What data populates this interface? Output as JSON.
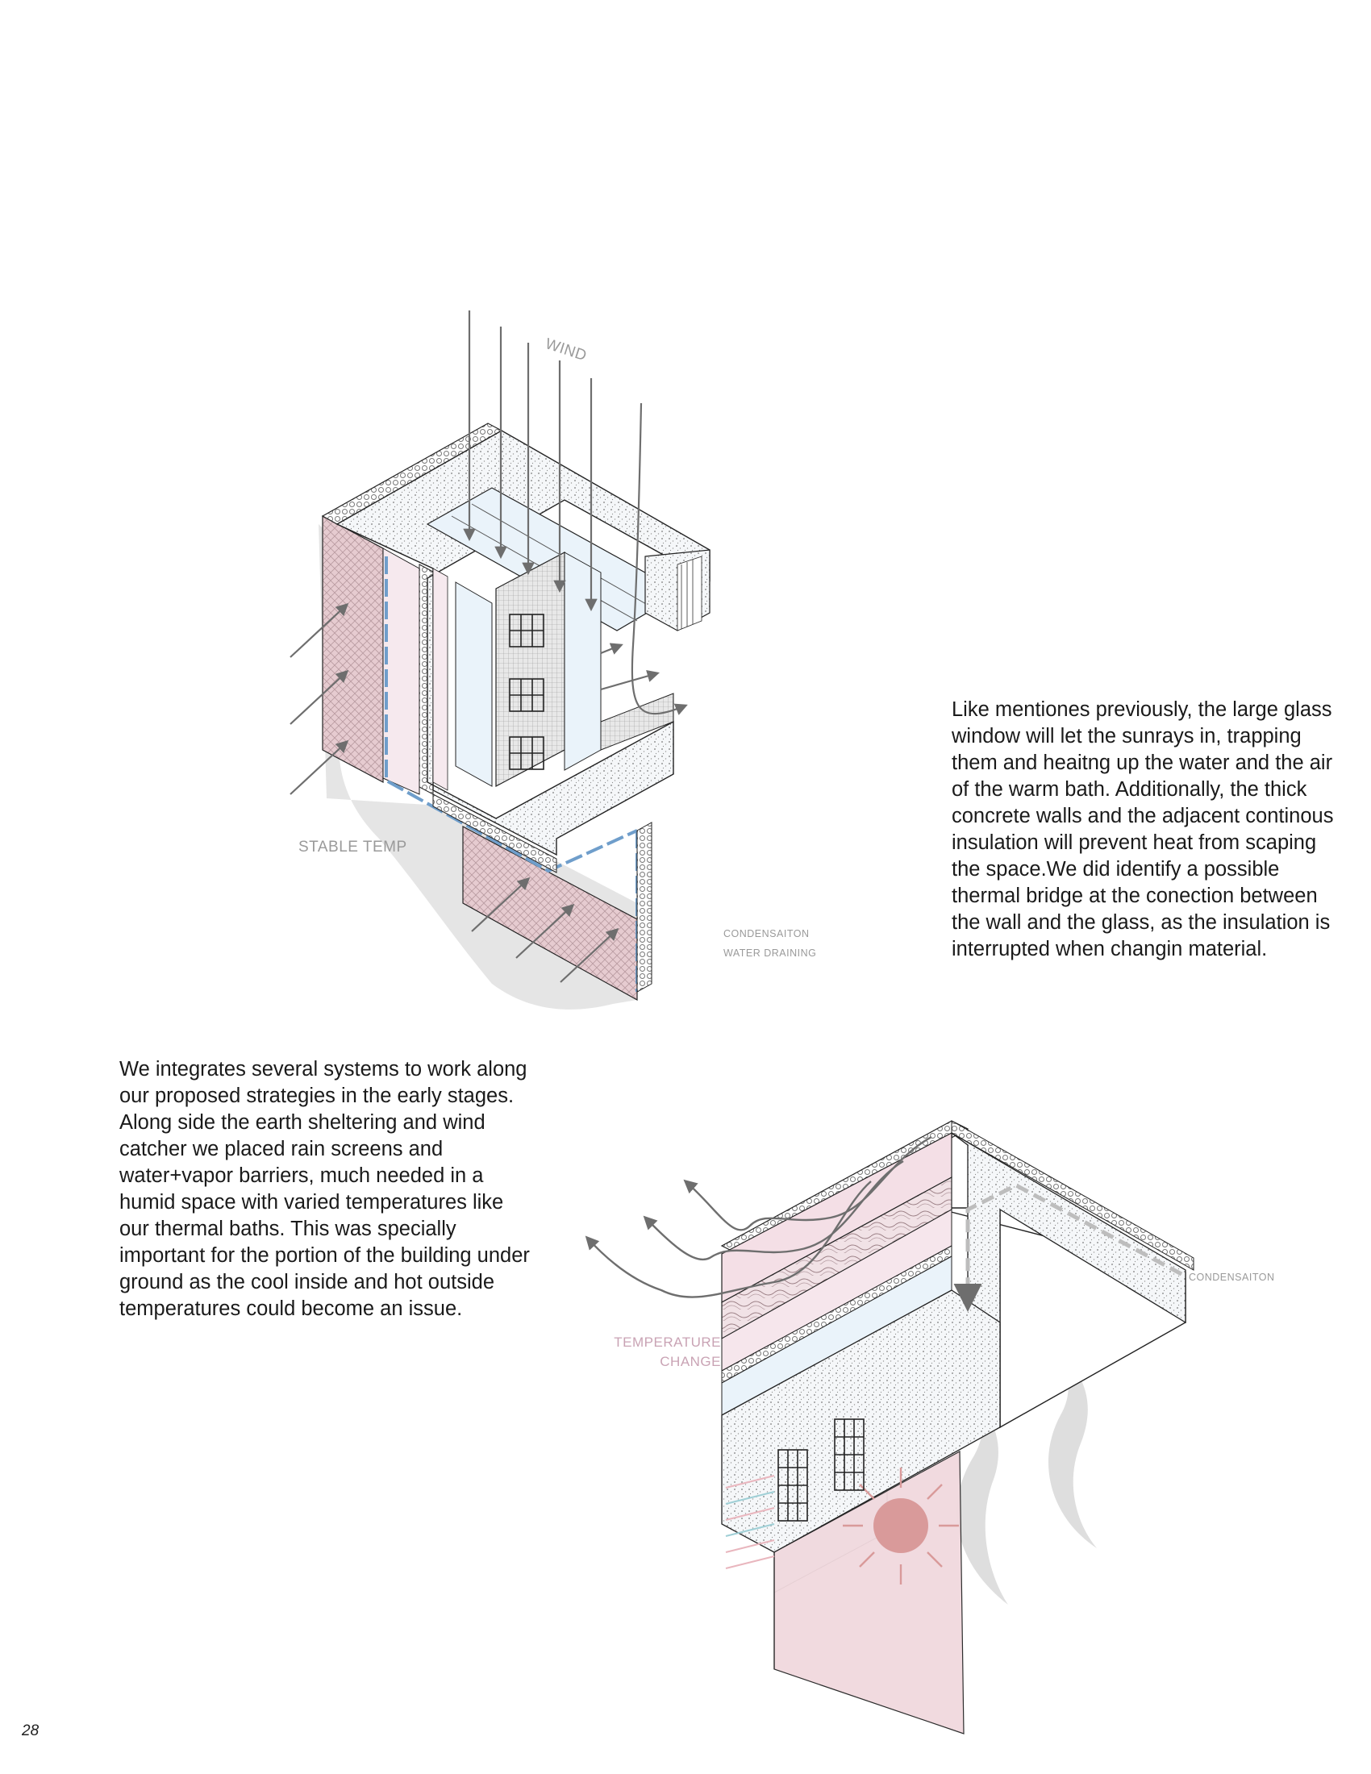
{
  "page": {
    "number": "28"
  },
  "paragraphs": {
    "right": "Like mentiones previously, the large glass window will let the sunrays in, trapping them and heaitng up the water and the air of the warm bath. Additionally, the thick concrete walls and the adjacent continous insulation will prevent heat from scaping the space.We did identify a possible thermal bridge at the conection between the wall and the glass, as the insulation is interrupted when changin material.",
    "left": "We integrates several systems to work along our proposed strategies in the early stages. Along side the earth sheltering and wind catcher we placed rain screens and water+vapor barriers, much needed in a humid space with varied temperatures like our thermal baths. This was specially important for the portion of the building under ground as the cool inside and hot outside temperatures could become an issue."
  },
  "diagram_top": {
    "labels": {
      "wind": "WIND",
      "stable_temp": "STABLE TEMP",
      "condensation": "CONDENSAITON",
      "water_draining": "WATER DRAINING"
    }
  },
  "diagram_bottom": {
    "labels": {
      "condensation": "CONDENSAITON",
      "temperature_change": "TEMPERATURE CHANGE"
    }
  },
  "colors": {
    "concrete": "#f4f6f8",
    "insulation_pink": "#f6e9ee",
    "earth_pink": "#e2c4ca",
    "glass_blue": "#eaf3fa",
    "barrier_blue": "#6f9ecb",
    "shadow_grey": "#dcdcdc",
    "arrow_grey": "#6e6e6e",
    "sun_red": "#d99a9a"
  }
}
